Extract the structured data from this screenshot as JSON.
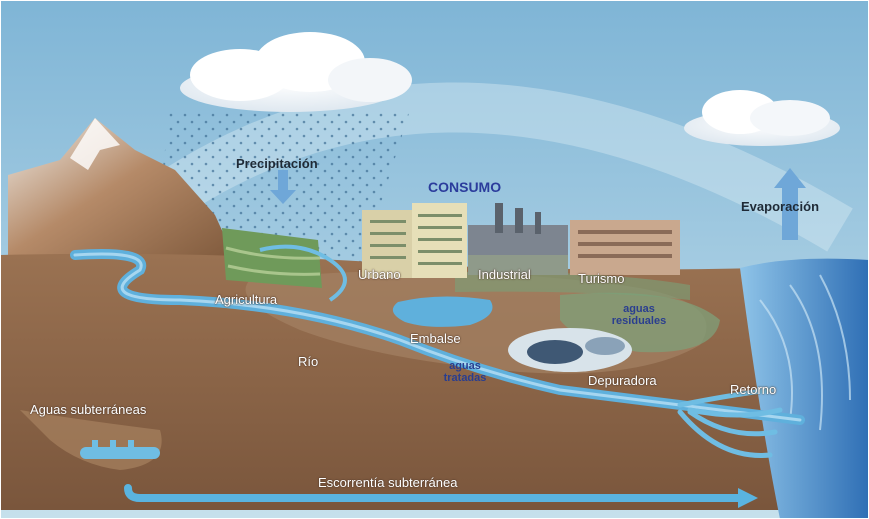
{
  "labels": {
    "precipitacion": "Precipitación",
    "consumo": "CONSUMO",
    "evaporacion": "Evaporación",
    "urbano": "Urbano",
    "industrial": "Industrial",
    "turismo": "Turismo",
    "agricultura": "Agricultura",
    "embalse": "Embalse",
    "aguas_residuales": "aguas residuales",
    "aguas_tratadas": "aguas tratadas",
    "depuradora": "Depuradora",
    "rio": "Río",
    "retorno": "Retorno",
    "aguas_subterraneas": "Aguas subterráneas",
    "escorrentia": "Escorrentía subterránea"
  },
  "colors": {
    "sky": "#9cc8df",
    "land": "#8a6448",
    "water": "#5fb0dc",
    "sea": "#4f8fc9",
    "consumo_text": "#2b3c9c",
    "evap_arrow": "#6fa7d8"
  }
}
